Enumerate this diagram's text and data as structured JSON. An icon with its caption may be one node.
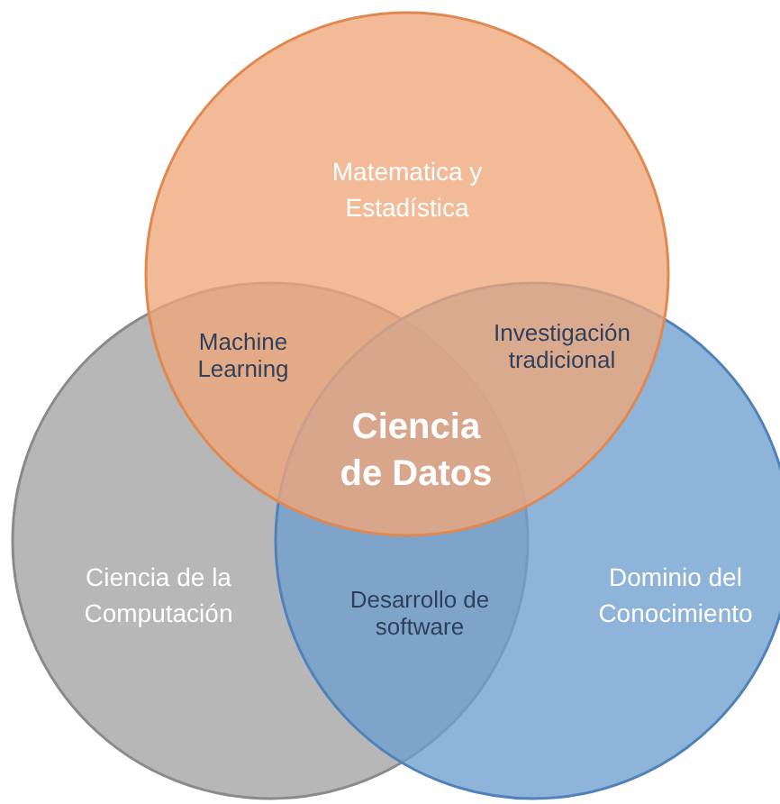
{
  "diagram": {
    "nodes": [
      {
        "text": [
          "Matematica y Estadística"
        ]
      },
      {
        "text": [
          "Ciencia de la Computación"
        ]
      },
      {
        "text": [
          "Dominio del Conocimiento"
        ]
      }
    ],
    "edges": [],
    "labels": [
      "Machine Learning",
      "Investigación tradicional",
      "Ciencia de Datos",
      "Desarrollo de software"
    ]
  }
}
